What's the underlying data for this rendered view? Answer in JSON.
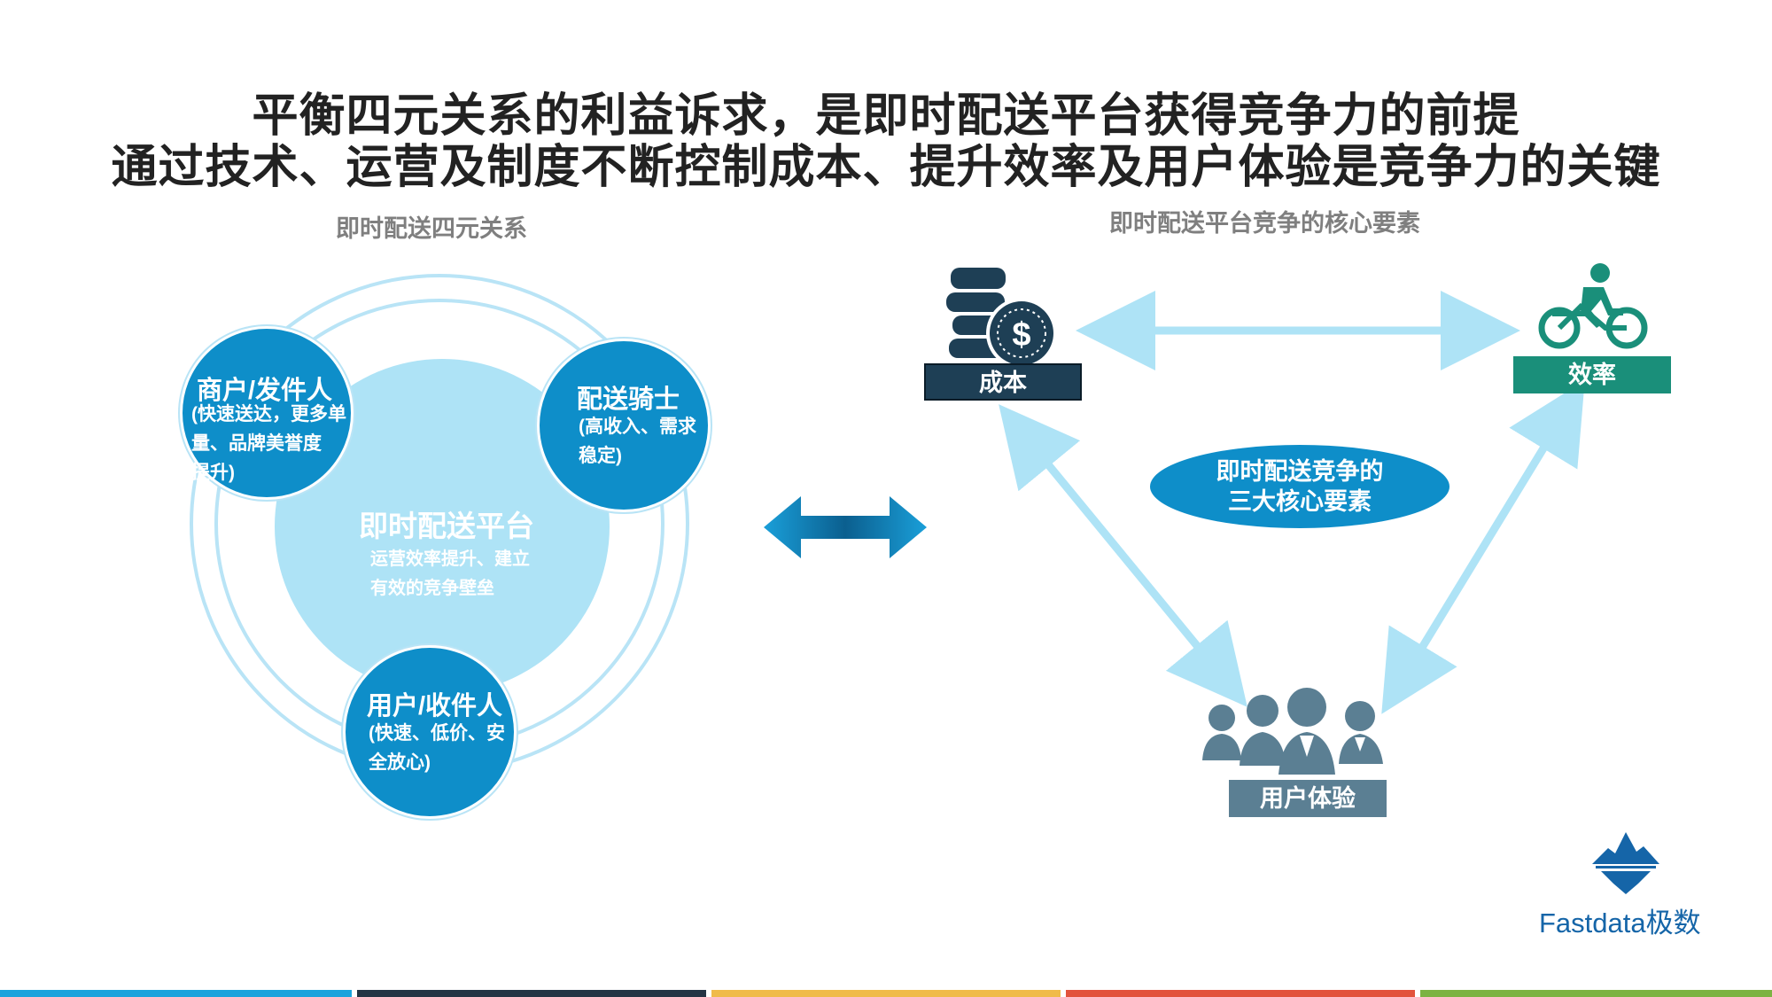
{
  "title": {
    "line1": "平衡四元关系的利益诉求，是即时配送平台获得竞争力的前提",
    "line2": "通过技术、运营及制度不断控制成本、提升效率及用户体验是竞争力的关键"
  },
  "left": {
    "section_label": "即时配送四元关系",
    "center": {
      "title": "即时配送平台",
      "desc": "运营效率提升、建立\n有效的竞争壁垒"
    },
    "merchant": {
      "title": "商户/发件人",
      "desc": "(快速送达，更多单\n量、品牌美誉度\n   提升)"
    },
    "rider": {
      "title": "配送骑士",
      "desc": "(高收入、需求\n稳定)"
    },
    "user": {
      "title": "用户/收件人",
      "desc": "(快速、低价、安\n全放心)"
    }
  },
  "right": {
    "section_label": "即时配送平台竞争的核心要素",
    "center_label": "即时配送竞争的\n三大核心要素",
    "cost": {
      "label": "成本",
      "icon": "coins-dollar-icon"
    },
    "efficiency": {
      "label": "效率",
      "icon": "cyclist-icon"
    },
    "experience": {
      "label": "用户体验",
      "icon": "people-group-icon"
    }
  },
  "brand": {
    "name": "Fastdata极数",
    "icon": "iceberg-logo-icon"
  },
  "colors": {
    "primary_blue": "#0e8ec9",
    "light_blue": "#aee3f6",
    "dark_navy": "#1e3f55",
    "teal": "#1a8f7a",
    "slate": "#5b7f93",
    "footer": [
      "#1ba3dc",
      "#243444",
      "#f0bb4a",
      "#e2533c",
      "#7cb342"
    ]
  }
}
